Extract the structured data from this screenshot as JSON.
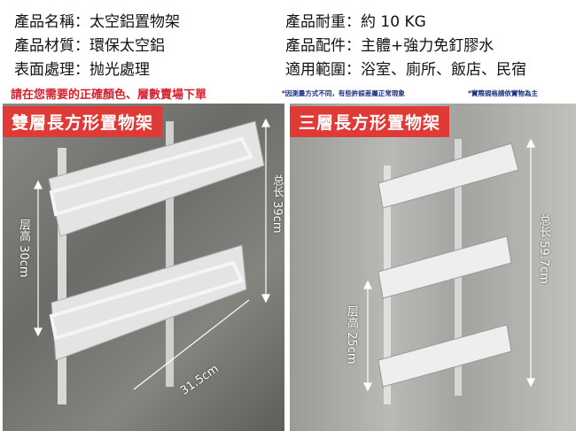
{
  "specs": {
    "name": "產品名稱：太空鋁置物架",
    "material": "產品材質：環保太空鋁",
    "finish": "表面處理：抛光處理",
    "load": "產品耐重：約 10 KG",
    "accessories": "產品配件：主體+強力免釘膠水",
    "scope": "適用範圍：浴室、廁所、飯店、民宿"
  },
  "notes": {
    "order": "請在您需要的正確顏色、層數賣場下單",
    "measure": "*因測量方式不同，有些許誤差屬正常現象",
    "actual": "*實際規格請依實物為主"
  },
  "panels": [
    {
      "title": "雙層長方形置物架",
      "layer_height": "层高 30cm",
      "total_length": "总长 39cm",
      "width": "31.5cm"
    },
    {
      "title": "三層長方形置物架",
      "layer_height": "层高 25cm",
      "total_length": "总长 59.7cm"
    }
  ],
  "colors": {
    "accent": "#e03a36",
    "note_red": "#d8202c",
    "note_blue": "#1a2f7a"
  }
}
